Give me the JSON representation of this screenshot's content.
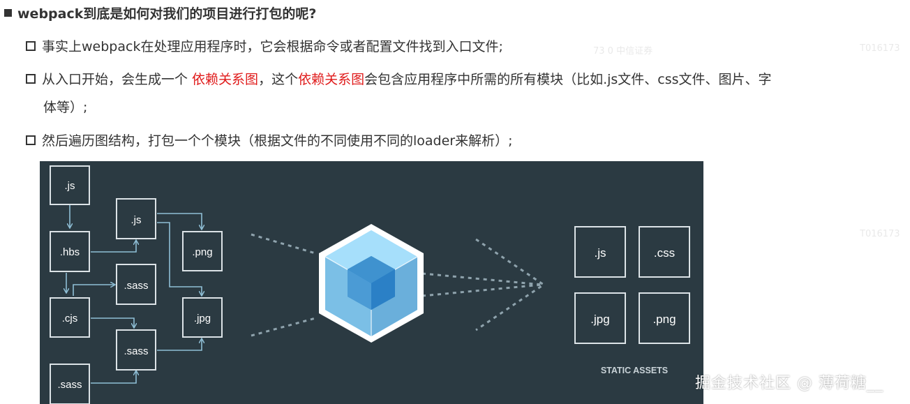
{
  "heading": {
    "text": "webpack到底是如何对我们的项目进行打包的呢?"
  },
  "items": [
    {
      "text": "事实上webpack在处理应用程序时，它会根据命令或者配置文件找到入口文件;"
    },
    {
      "before": "从入口开始，会生成一个 ",
      "highlight1": "依赖关系图",
      "middle": "，这个",
      "highlight2": "依赖关系图",
      "after": "会包含应用程序中所需的所有模块（比如.js文件、css文件、图片、字",
      "continuation": "体等）;"
    },
    {
      "text": "然后遍历图结构，打包一个个模块（根据文件的不同使用不同的loader来解析）;"
    }
  ],
  "diagram": {
    "inputs": [
      ".js",
      ".hbs",
      ".cjs",
      ".sass",
      ".js",
      ".sass",
      ".sass",
      ".png",
      ".jpg"
    ],
    "outputs": [
      ".js",
      ".css",
      ".jpg",
      ".png"
    ],
    "outputs_label": "STATIC ASSETS"
  },
  "ghost_text": {
    "a": "73 0  中信证券",
    "b": "T016173",
    "c": "T016173"
  },
  "watermark": "掘金技术社区 @ 薄荷糖__",
  "colors": {
    "diagram_bg": "#2b3a42",
    "box_stroke": "#dce3e7",
    "arrow": "#8fbfd6",
    "cube_outer": "#8ed6fb",
    "cube_inner": "#1c78c0",
    "highlight": "#e01b1b"
  }
}
